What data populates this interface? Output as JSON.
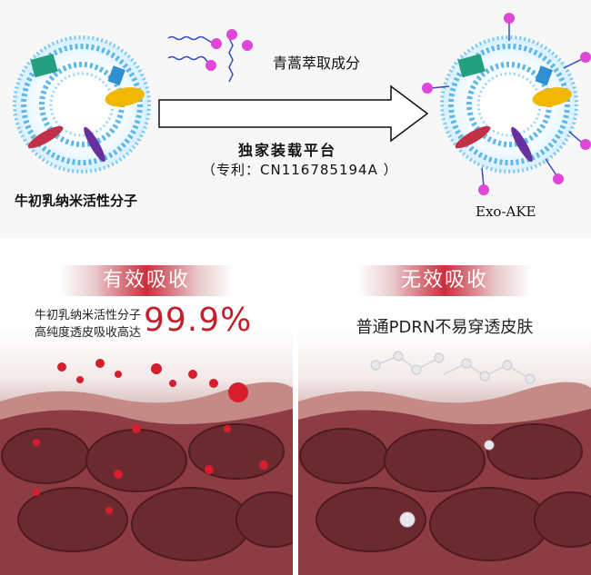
{
  "top": {
    "extract_label": "青蒿萃取成分",
    "platform_label": "独家装载平台",
    "patent_label": "（专利：CN116785194A ）",
    "left_caption": "牛初乳纳米活性分子",
    "right_caption": "Exo-AKE"
  },
  "left_panel": {
    "title": "有效吸收",
    "line1": "牛初乳纳米活性分子",
    "line2": "高纯度透皮吸收高达",
    "percent": "99.9%"
  },
  "right_panel": {
    "title": "无效吸收",
    "line1": "普通PDRN不易穿透皮肤"
  },
  "colors": {
    "accent_red": "#c3202c",
    "lipid_blue": "#5fb8e8",
    "molecule_pink": "#e046d8",
    "skin_dark": "#6a2a30"
  }
}
